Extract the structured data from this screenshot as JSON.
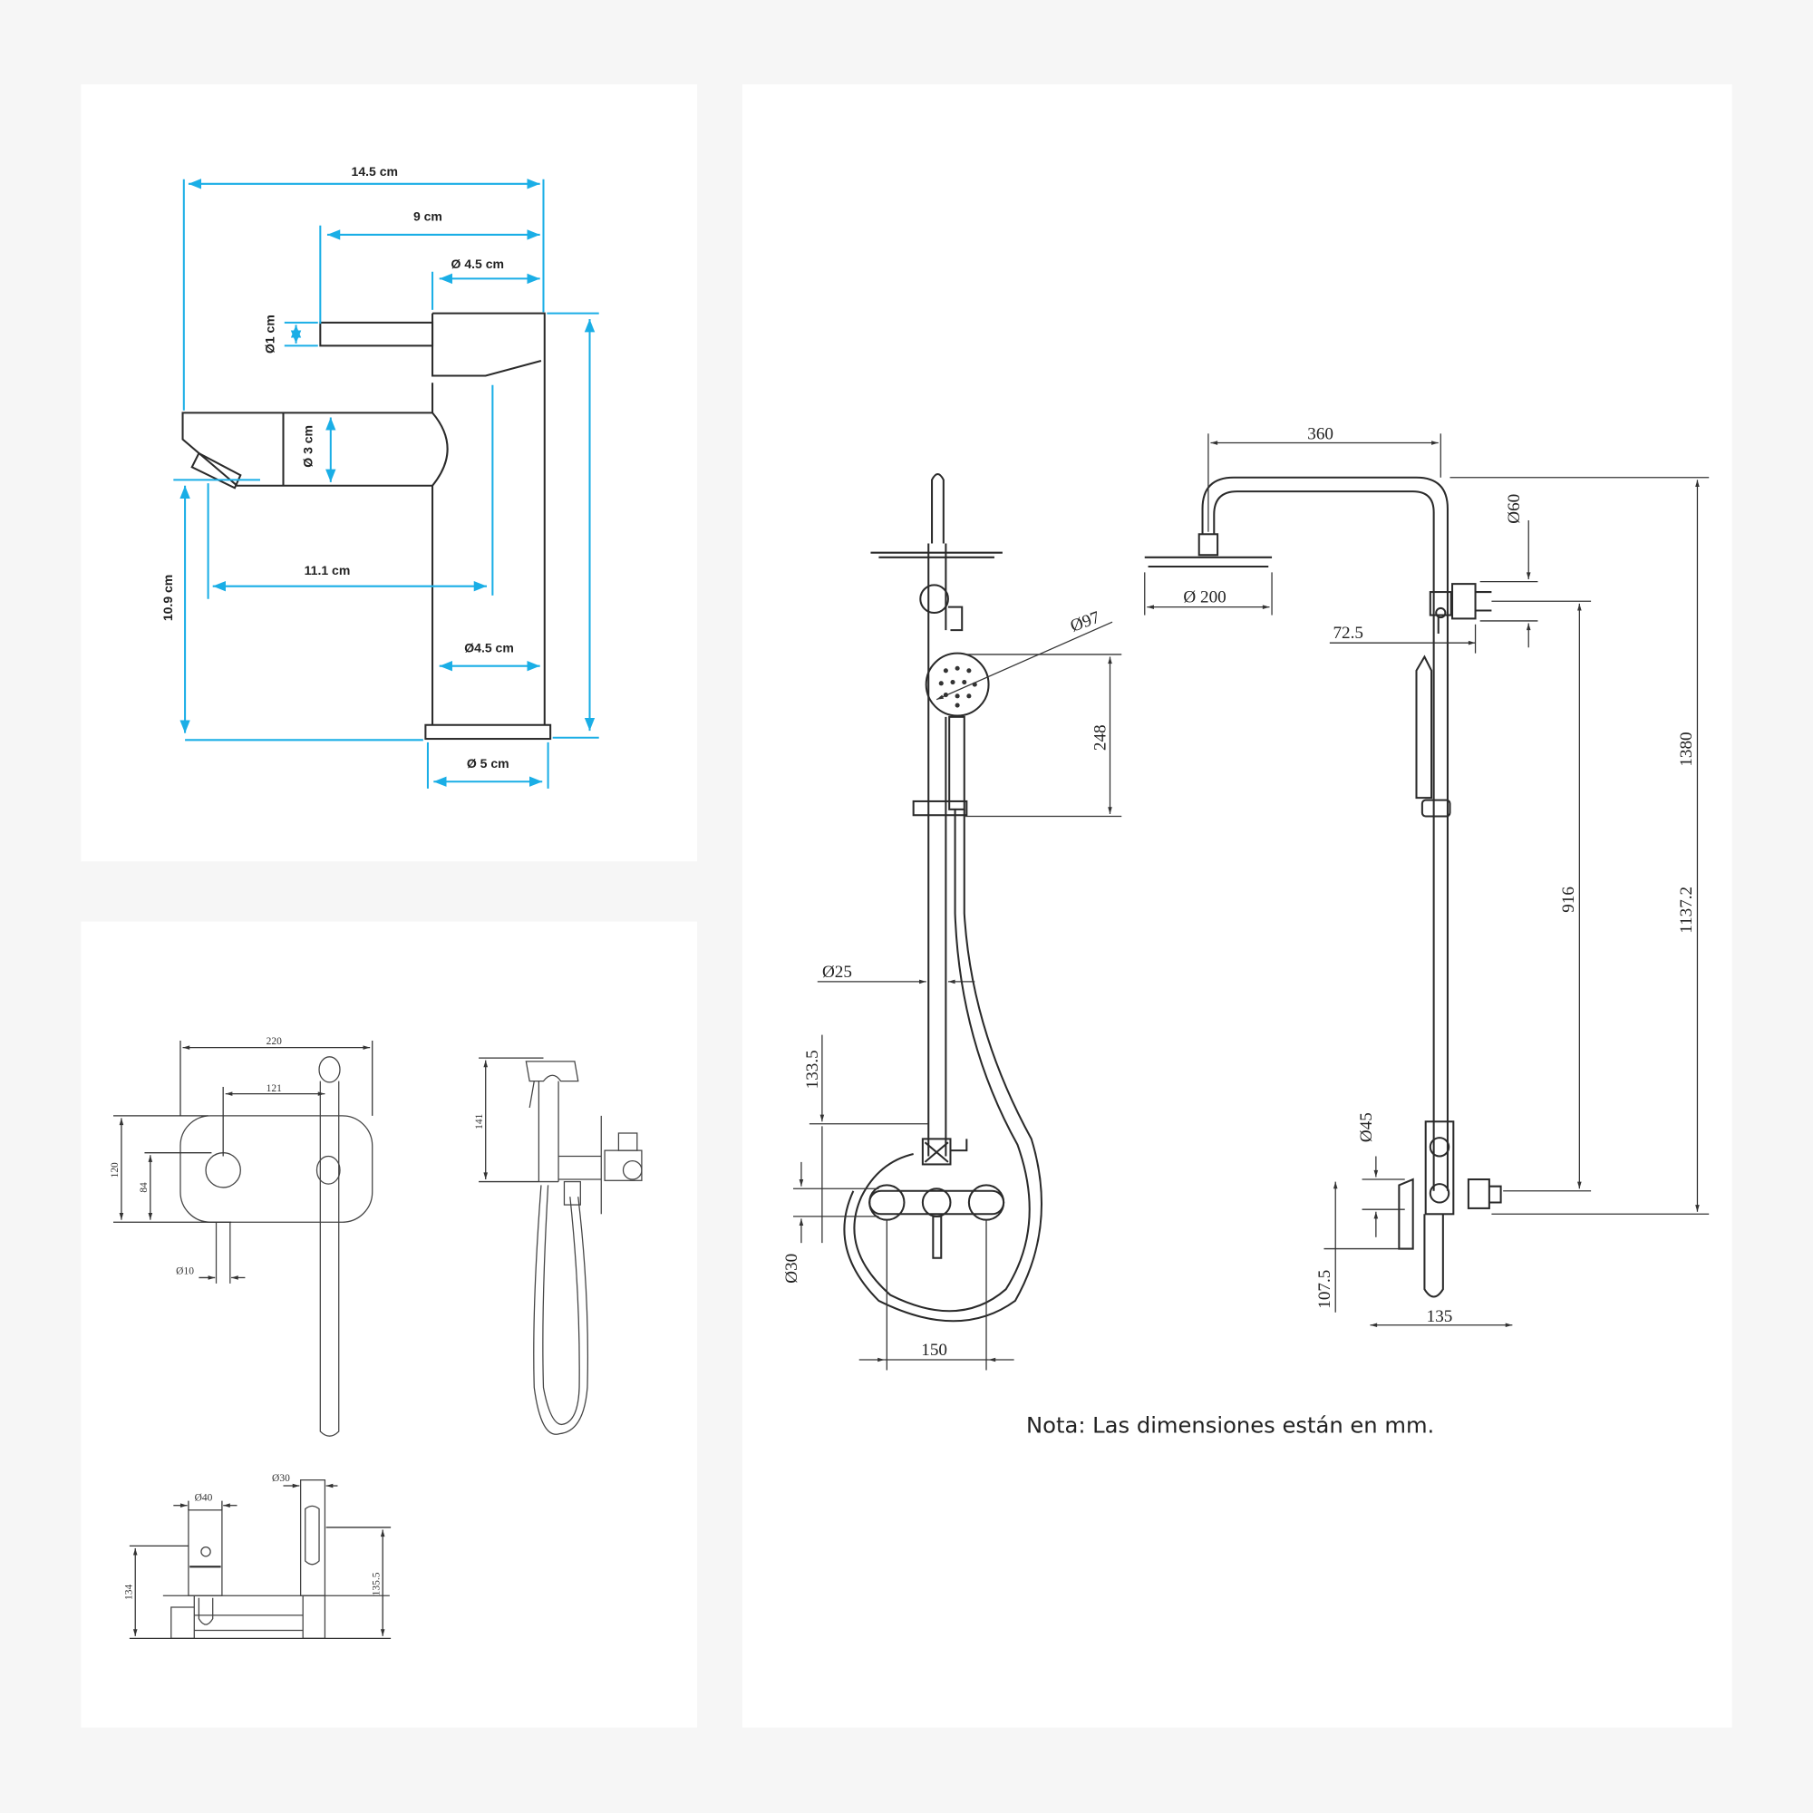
{
  "colors": {
    "background": "#f6f6f6",
    "panel": "#ffffff",
    "dimension_blue": "#1aaee6",
    "line": "#2a2a2a"
  },
  "faucet": {
    "overall_width": "14.5 cm",
    "handle_reach": "9 cm",
    "top_diameter": "Ø 4.5 cm",
    "lever_diameter": "Ø1 cm",
    "spout_diameter": "Ø 3 cm",
    "spout_height": "10.9 cm",
    "spout_reach": "11.1 cm",
    "body_diameter": "Ø4.5 cm",
    "base_diameter": "Ø 5 cm"
  },
  "bidet": {
    "plate_width": "220",
    "spacing": "121",
    "plate_height": "120",
    "knob_height": "84",
    "spout_diameter": "Ø10",
    "hand_shower_height": "141",
    "body_diameter": "Ø40",
    "holder_diameter": "Ø30",
    "body_height": "134",
    "holder_height": "135.5"
  },
  "shower": {
    "hand_shower_diameter": "Ø97",
    "hand_shower_length": "248",
    "rod_diameter": "Ø25",
    "mixer_to_rod": "133.5",
    "mixer_diameter": "Ø30",
    "inlet_spacing": "150",
    "arm_reach": "360",
    "head_diameter": "Ø 200",
    "bracket_diameter": "Ø60",
    "bracket_offset": "72.5",
    "slide_height": "916",
    "total_height": "1380",
    "column_height": "1137.2",
    "outlet_diameter": "Ø45",
    "outlet_height": "107.5",
    "mixer_depth": "135"
  },
  "note": "Nota: Las dimensiones están en mm."
}
